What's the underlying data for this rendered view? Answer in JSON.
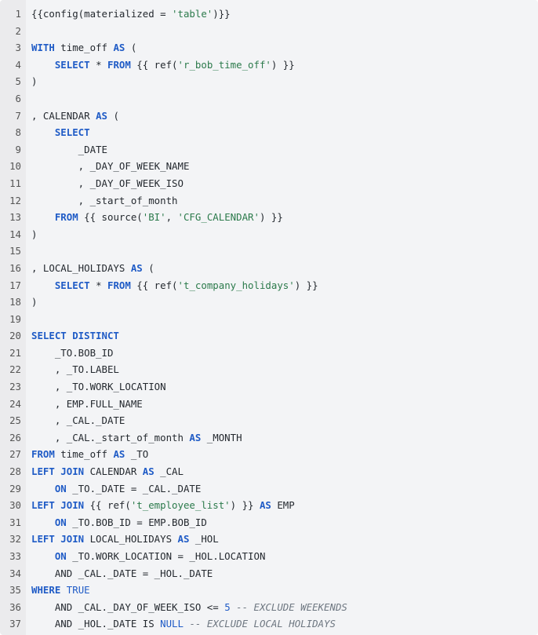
{
  "colors": {
    "keyword": "#1f5bc6",
    "string": "#2b7a4b",
    "comment": "#6e7781",
    "background": "#f3f4f6"
  },
  "lines": [
    [
      [
        "t",
        "{{config(materialized = "
      ],
      [
        "str",
        "'table'"
      ],
      [
        "t",
        ")}}"
      ]
    ],
    [],
    [
      [
        "kw",
        "WITH"
      ],
      [
        "t",
        " time_off "
      ],
      [
        "kw",
        "AS"
      ],
      [
        "t",
        " ("
      ]
    ],
    [
      [
        "t",
        "    "
      ],
      [
        "kw",
        "SELECT"
      ],
      [
        "t",
        " * "
      ],
      [
        "kw",
        "FROM"
      ],
      [
        "t",
        " {{ ref("
      ],
      [
        "str",
        "'r_bob_time_off'"
      ],
      [
        "t",
        ") }}"
      ]
    ],
    [
      [
        "t",
        ")"
      ]
    ],
    [],
    [
      [
        "t",
        ", CALENDAR "
      ],
      [
        "kw",
        "AS"
      ],
      [
        "t",
        " ("
      ]
    ],
    [
      [
        "t",
        "    "
      ],
      [
        "kw",
        "SELECT"
      ]
    ],
    [
      [
        "t",
        "        _DATE"
      ]
    ],
    [
      [
        "t",
        "        , _DAY_OF_WEEK_NAME"
      ]
    ],
    [
      [
        "t",
        "        , _DAY_OF_WEEK_ISO"
      ]
    ],
    [
      [
        "t",
        "        , _start_of_month"
      ]
    ],
    [
      [
        "t",
        "    "
      ],
      [
        "kw",
        "FROM"
      ],
      [
        "t",
        " {{ source("
      ],
      [
        "str",
        "'BI'"
      ],
      [
        "t",
        ", "
      ],
      [
        "str",
        "'CFG_CALENDAR'"
      ],
      [
        "t",
        ") }}"
      ]
    ],
    [
      [
        "t",
        ")"
      ]
    ],
    [],
    [
      [
        "t",
        ", LOCAL_HOLIDAYS "
      ],
      [
        "kw",
        "AS"
      ],
      [
        "t",
        " ("
      ]
    ],
    [
      [
        "t",
        "    "
      ],
      [
        "kw",
        "SELECT"
      ],
      [
        "t",
        " * "
      ],
      [
        "kw",
        "FROM"
      ],
      [
        "t",
        " {{ ref("
      ],
      [
        "str",
        "'t_company_holidays'"
      ],
      [
        "t",
        ") }}"
      ]
    ],
    [
      [
        "t",
        ")"
      ]
    ],
    [],
    [
      [
        "kw",
        "SELECT DISTINCT"
      ]
    ],
    [
      [
        "t",
        "    _TO.BOB_ID"
      ]
    ],
    [
      [
        "t",
        "    , _TO.LABEL"
      ]
    ],
    [
      [
        "t",
        "    , _TO.WORK_LOCATION"
      ]
    ],
    [
      [
        "t",
        "    , EMP.FULL_NAME"
      ]
    ],
    [
      [
        "t",
        "    , _CAL._DATE"
      ]
    ],
    [
      [
        "t",
        "    , _CAL._start_of_month "
      ],
      [
        "kw",
        "AS"
      ],
      [
        "t",
        " _MONTH"
      ]
    ],
    [
      [
        "kw",
        "FROM"
      ],
      [
        "t",
        " time_off "
      ],
      [
        "kw",
        "AS"
      ],
      [
        "t",
        " _TO"
      ]
    ],
    [
      [
        "kw",
        "LEFT JOIN"
      ],
      [
        "t",
        " CALENDAR "
      ],
      [
        "kw",
        "AS"
      ],
      [
        "t",
        " _CAL"
      ]
    ],
    [
      [
        "t",
        "    "
      ],
      [
        "kw",
        "ON"
      ],
      [
        "t",
        " _TO._DATE = _CAL._DATE"
      ]
    ],
    [
      [
        "kw",
        "LEFT JOIN"
      ],
      [
        "t",
        " {{ ref("
      ],
      [
        "str",
        "'t_employee_list'"
      ],
      [
        "t",
        ") }} "
      ],
      [
        "kw",
        "AS"
      ],
      [
        "t",
        " EMP"
      ]
    ],
    [
      [
        "t",
        "    "
      ],
      [
        "kw",
        "ON"
      ],
      [
        "t",
        " _TO.BOB_ID = EMP.BOB_ID"
      ]
    ],
    [
      [
        "kw",
        "LEFT JOIN"
      ],
      [
        "t",
        " LOCAL_HOLIDAYS "
      ],
      [
        "kw",
        "AS"
      ],
      [
        "t",
        " _HOL"
      ]
    ],
    [
      [
        "t",
        "    "
      ],
      [
        "kw",
        "ON"
      ],
      [
        "t",
        " _TO.WORK_LOCATION = _HOL.LOCATION"
      ]
    ],
    [
      [
        "t",
        "    AND _CAL._DATE = _HOL._DATE"
      ]
    ],
    [
      [
        "kw",
        "WHERE"
      ],
      [
        "t",
        " "
      ],
      [
        "lit",
        "TRUE"
      ]
    ],
    [
      [
        "t",
        "    AND _CAL._DAY_OF_WEEK_ISO <= "
      ],
      [
        "num",
        "5"
      ],
      [
        "t",
        " "
      ],
      [
        "com",
        "-- EXCLUDE WEEKENDS"
      ]
    ],
    [
      [
        "t",
        "    AND _HOL._DATE IS "
      ],
      [
        "lit",
        "NULL"
      ],
      [
        "t",
        " "
      ],
      [
        "com",
        "-- EXCLUDE LOCAL HOLIDAYS"
      ]
    ]
  ],
  "line_numbers": [
    "1",
    "2",
    "3",
    "4",
    "5",
    "6",
    "7",
    "8",
    "9",
    "10",
    "11",
    "12",
    "13",
    "14",
    "15",
    "16",
    "17",
    "18",
    "19",
    "20",
    "21",
    "22",
    "23",
    "24",
    "25",
    "26",
    "27",
    "28",
    "29",
    "30",
    "31",
    "32",
    "33",
    "34",
    "35",
    "36",
    "37"
  ]
}
